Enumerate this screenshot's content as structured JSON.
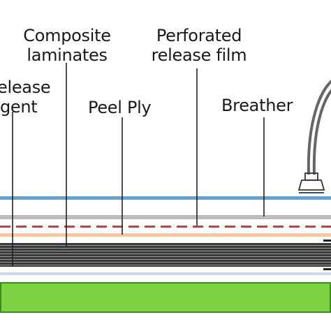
{
  "labels": {
    "composite": {
      "line1": "Composite",
      "line2": "laminates"
    },
    "perforated": {
      "line1": "Perforated",
      "line2": "release film"
    },
    "release_agent": {
      "line1": "elease",
      "line2": "gent"
    },
    "peel_ply": "Peel Ply",
    "breather": "Breather"
  },
  "colors": {
    "bag": "#5aa3dc",
    "breather_layer": "#bcbcbc",
    "perforated_film": "#e0343a",
    "peel_ply_layer": "#f2c9a4",
    "laminate": "#3c3c3c",
    "release_layer": "#c9dcef",
    "tool_plate": "#7cd140",
    "tool_outline": "#3f8a1f",
    "leader": "#222222",
    "hose": "#666666"
  }
}
